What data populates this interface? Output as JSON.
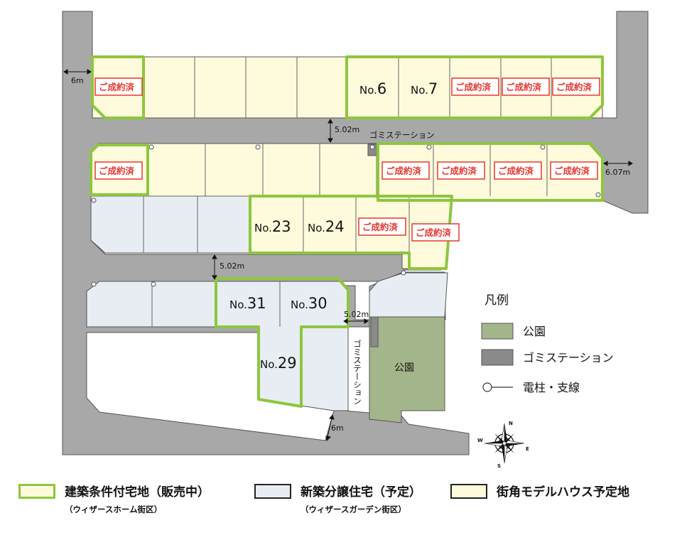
{
  "colors": {
    "road": "#a8a8a8",
    "road_line": "#555555",
    "lot_cream": "#fdfbdc",
    "lot_blue": "#e8edf3",
    "park": "#a3b58a",
    "garbage": "#8a8a8a",
    "green_outline": "#8dc63f",
    "sold_red": "#e8382f"
  },
  "sold_label": "ご成約済",
  "lot_prefix": "No.",
  "lots": {
    "no6": "6",
    "no7": "7",
    "no23": "23",
    "no24": "24",
    "no29": "29",
    "no30": "30",
    "no31": "31"
  },
  "dimensions": {
    "road_6m_left": "6m",
    "road_5_02m_upper": "5.02m",
    "road_6_07m_right": "6.07m",
    "road_5_02m_middle": "5.02m",
    "road_5_02m_lower": "5.02m",
    "road_6m_bottom": "6m"
  },
  "labels": {
    "garbage_station_top": "ゴミステーション",
    "garbage_station_vertical": "ゴミステーション",
    "park": "公園"
  },
  "map_legend": {
    "title": "凡例",
    "park": "公園",
    "garbage_station": "ゴミステーション",
    "pole": "電柱・支線"
  },
  "compass": {
    "n": "N",
    "e": "E",
    "s": "S",
    "w": "W"
  },
  "bottom_legend": {
    "conditional": {
      "main": "建築条件付宅地（販売中）",
      "sub": "（ウィザースホーム街区）",
      "color": "#fdfbdc",
      "border": "#8dc63f"
    },
    "new_built": {
      "main": "新築分譲住宅（予定）",
      "sub": "（ウィザースガーデン街区）",
      "color": "#e8edf3",
      "border": "#222222"
    },
    "model": {
      "main": "街角モデルハウス予定地",
      "color": "#fdfbdc",
      "border": "#222222"
    }
  }
}
